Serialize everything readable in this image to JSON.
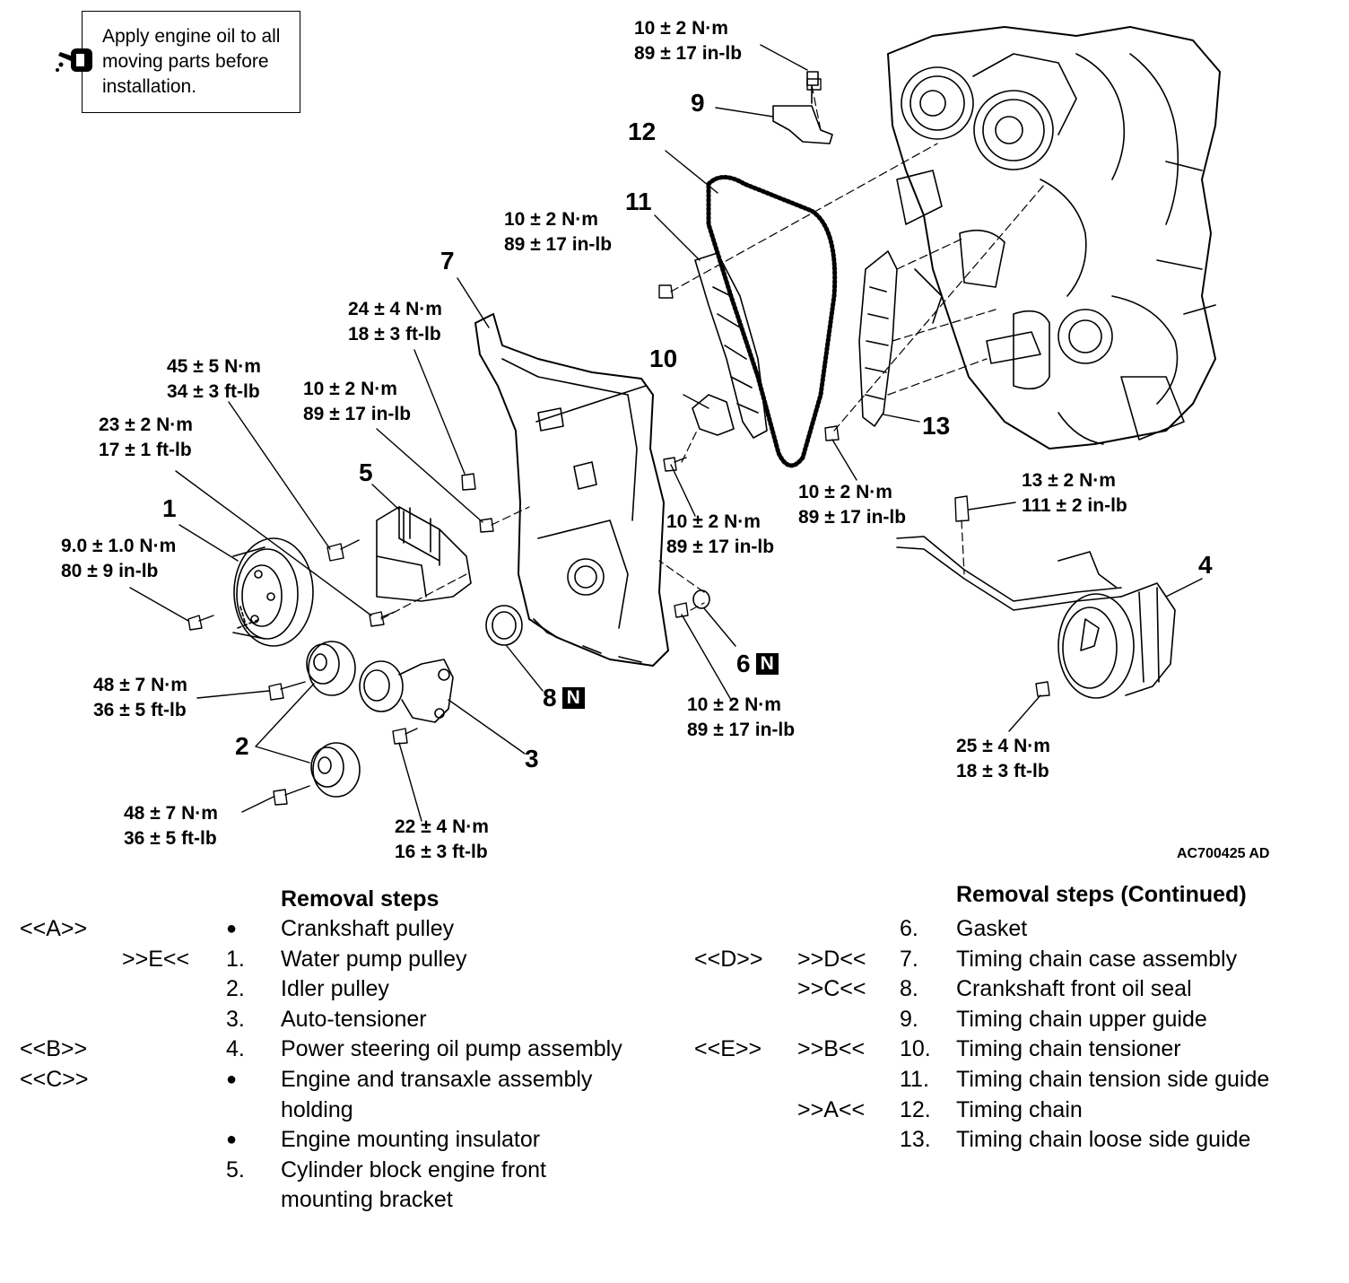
{
  "note": {
    "text": "Apply engine oil to all moving parts before installation.",
    "icon": "oil-can-icon"
  },
  "callouts": [
    {
      "id": "t-top",
      "metric": "10 ± 2 N·m",
      "imperial": "89 ± 17 in-lb"
    },
    {
      "id": "t-11",
      "metric": "10 ± 2 N·m",
      "imperial": "89 ± 17 in-lb"
    },
    {
      "id": "t-24",
      "metric": "24 ± 4 N·m",
      "imperial": "18 ± 3 ft-lb"
    },
    {
      "id": "t-45",
      "metric": "45 ± 5 N·m",
      "imperial": "34 ± 3 ft-lb"
    },
    {
      "id": "t-10c",
      "metric": "10 ± 2 N·m",
      "imperial": "89 ± 17 in-lb"
    },
    {
      "id": "t-23",
      "metric": "23 ± 2 N·m",
      "imperial": "17 ± 1 ft-lb"
    },
    {
      "id": "t-9",
      "metric": "9.0 ± 1.0 N·m",
      "imperial": "80 ± 9 in-lb"
    },
    {
      "id": "t-10d",
      "metric": "10 ± 2 N·m",
      "imperial": "89 ± 17 in-lb"
    },
    {
      "id": "t-10e",
      "metric": "10 ± 2 N·m",
      "imperial": "89 ± 17 in-lb"
    },
    {
      "id": "t-13",
      "metric": "13 ± 2 N·m",
      "imperial": "111 ± 2 in-lb"
    },
    {
      "id": "t-48a",
      "metric": "48 ± 7 N·m",
      "imperial": "36 ± 5 ft-lb"
    },
    {
      "id": "t-10f",
      "metric": "10 ± 2 N·m",
      "imperial": "89 ± 17 in-lb"
    },
    {
      "id": "t-48b",
      "metric": "48 ± 7 N·m",
      "imperial": "36 ± 5 ft-lb"
    },
    {
      "id": "t-22",
      "metric": "22 ± 4 N·m",
      "imperial": "16 ± 3 ft-lb"
    },
    {
      "id": "t-25",
      "metric": "25 ± 4 N·m",
      "imperial": "18 ± 3 ft-lb"
    }
  ],
  "part_numbers": [
    "9",
    "12",
    "11",
    "7",
    "10",
    "13",
    "5",
    "1",
    "4",
    "6",
    "8",
    "2",
    "3"
  ],
  "n_marker": "N",
  "figure_id": "AC700425 AD",
  "steps_left": {
    "heading": "Removal steps",
    "rows": [
      {
        "a": "<<A>>",
        "b": "",
        "n": "●",
        "label": "Crankshaft pulley"
      },
      {
        "a": "",
        "b": ">>E<<",
        "n": "1.",
        "label": "Water pump pulley"
      },
      {
        "a": "",
        "b": "",
        "n": "2.",
        "label": "Idler pulley"
      },
      {
        "a": "",
        "b": "",
        "n": "3.",
        "label": "Auto-tensioner"
      },
      {
        "a": "<<B>>",
        "b": "",
        "n": "4.",
        "label": "Power steering oil pump assembly"
      },
      {
        "a": "<<C>>",
        "b": "",
        "n": "●",
        "label": "Engine and transaxle assembly"
      },
      {
        "a": "",
        "b": "",
        "n": "",
        "label": "holding"
      },
      {
        "a": "",
        "b": "",
        "n": "●",
        "label": "Engine mounting insulator"
      },
      {
        "a": "",
        "b": "",
        "n": "5.",
        "label": "Cylinder block engine front"
      },
      {
        "a": "",
        "b": "",
        "n": "",
        "label": "mounting bracket"
      }
    ]
  },
  "steps_right": {
    "heading": "Removal steps (Continued)",
    "rows": [
      {
        "a": "",
        "b": "",
        "n": "6.",
        "label": "Gasket"
      },
      {
        "a": "<<D>>",
        "b": ">>D<<",
        "n": "7.",
        "label": "Timing chain case assembly"
      },
      {
        "a": "",
        "b": ">>C<<",
        "n": "8.",
        "label": "Crankshaft front oil seal"
      },
      {
        "a": "",
        "b": "",
        "n": "9.",
        "label": "Timing chain upper guide"
      },
      {
        "a": "<<E>>",
        "b": ">>B<<",
        "n": "10.",
        "label": "Timing chain tensioner"
      },
      {
        "a": "",
        "b": "",
        "n": "11.",
        "label": "Timing chain tension side guide"
      },
      {
        "a": "",
        "b": ">>A<<",
        "n": "12.",
        "label": "Timing chain"
      },
      {
        "a": "",
        "b": "",
        "n": "13.",
        "label": "Timing chain loose side guide"
      }
    ]
  }
}
